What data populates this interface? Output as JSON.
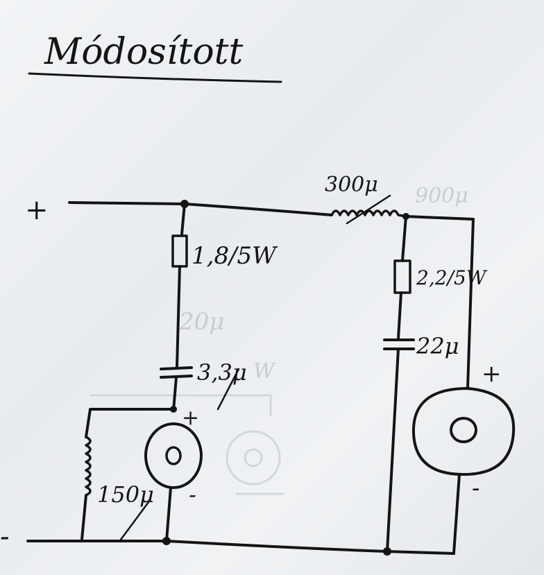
{
  "title": "Módosított",
  "terminals": {
    "positive": "+",
    "negative": "-"
  },
  "left_branch": {
    "resistor": "1,8/5W",
    "capacitor": "3,3μ",
    "inductor": "150μ",
    "speaker_plus": "+",
    "speaker_minus": "-"
  },
  "right_branch": {
    "inductor": "300μ",
    "inductor_ghost": "900μ",
    "resistor": "2,2/5W",
    "capacitor": "22μ",
    "speaker_plus": "+",
    "speaker_minus": "-"
  }
}
